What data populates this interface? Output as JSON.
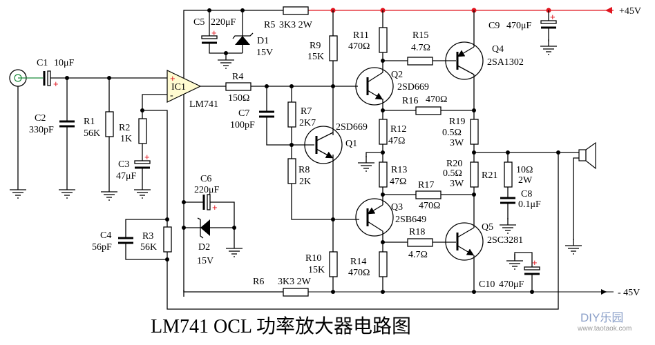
{
  "title": "LM741 OCL 功率放大器电路图",
  "watermark": {
    "logo": "DIY乐园",
    "url": "www.taotaok.com"
  },
  "colors": {
    "positive_rail": "#e0141e",
    "opamp_fill": "#fffbd0",
    "input_wire": "#1a8a3a"
  },
  "rails": {
    "positive": "+45V",
    "negative": "- 45V"
  },
  "components": {
    "C1": {
      "ref": "C1",
      "value": "10μF"
    },
    "C2": {
      "ref": "C2",
      "value": "330pF"
    },
    "C3": {
      "ref": "C3",
      "value": "47μF"
    },
    "C4": {
      "ref": "C4",
      "value": "56pF"
    },
    "C5": {
      "ref": "C5",
      "value": "220μF"
    },
    "C6": {
      "ref": "C6",
      "value": "220μF"
    },
    "C7": {
      "ref": "C7",
      "value": "100pF"
    },
    "C8": {
      "ref": "C8",
      "value": "0.1μF"
    },
    "C9": {
      "ref": "C9",
      "value": "470μF"
    },
    "C10": {
      "ref": "C10",
      "value": "470μF"
    },
    "R1": {
      "ref": "R1",
      "value": "56K"
    },
    "R2": {
      "ref": "R2",
      "value": "1K"
    },
    "R3": {
      "ref": "R3",
      "value": "56K"
    },
    "R4": {
      "ref": "R4",
      "value": "150Ω"
    },
    "R5": {
      "ref": "R5",
      "value": "3K3  2W"
    },
    "R6": {
      "ref": "R6",
      "value": "3K3  2W"
    },
    "R7": {
      "ref": "R7",
      "value": "2K7"
    },
    "R8": {
      "ref": "R8",
      "value": "2K"
    },
    "R9": {
      "ref": "R9",
      "value": "15K"
    },
    "R10": {
      "ref": "R10",
      "value": "15K"
    },
    "R11": {
      "ref": "R11",
      "value": "470Ω"
    },
    "R12": {
      "ref": "R12",
      "value": "47Ω"
    },
    "R13": {
      "ref": "R13",
      "value": "47Ω"
    },
    "R14": {
      "ref": "R14",
      "value": "470Ω"
    },
    "R15": {
      "ref": "R15",
      "value": "4.7Ω"
    },
    "R16": {
      "ref": "R16",
      "value": "470Ω"
    },
    "R17": {
      "ref": "R17",
      "value": "470Ω"
    },
    "R18": {
      "ref": "R18",
      "value": "4.7Ω"
    },
    "R19": {
      "ref": "R19",
      "value": "0.5Ω",
      "power": "3W"
    },
    "R20": {
      "ref": "R20",
      "value": "0.5Ω",
      "power": "3W"
    },
    "R21": {
      "ref": "R21",
      "value": "10Ω",
      "power": "2W"
    },
    "D1": {
      "ref": "D1",
      "value": "15V"
    },
    "D2": {
      "ref": "D2",
      "value": "15V"
    },
    "IC1": {
      "ref": "IC1",
      "value": "LM741",
      "plus": "+",
      "minus": "-"
    },
    "Q1": {
      "ref": "Q1",
      "value": "2SD669"
    },
    "Q2": {
      "ref": "Q2",
      "value": "2SD669"
    },
    "Q3": {
      "ref": "Q3",
      "value": "2SB649"
    },
    "Q4": {
      "ref": "Q4",
      "value": "2SA1302"
    },
    "Q5": {
      "ref": "Q5",
      "value": "2SC3281"
    }
  }
}
